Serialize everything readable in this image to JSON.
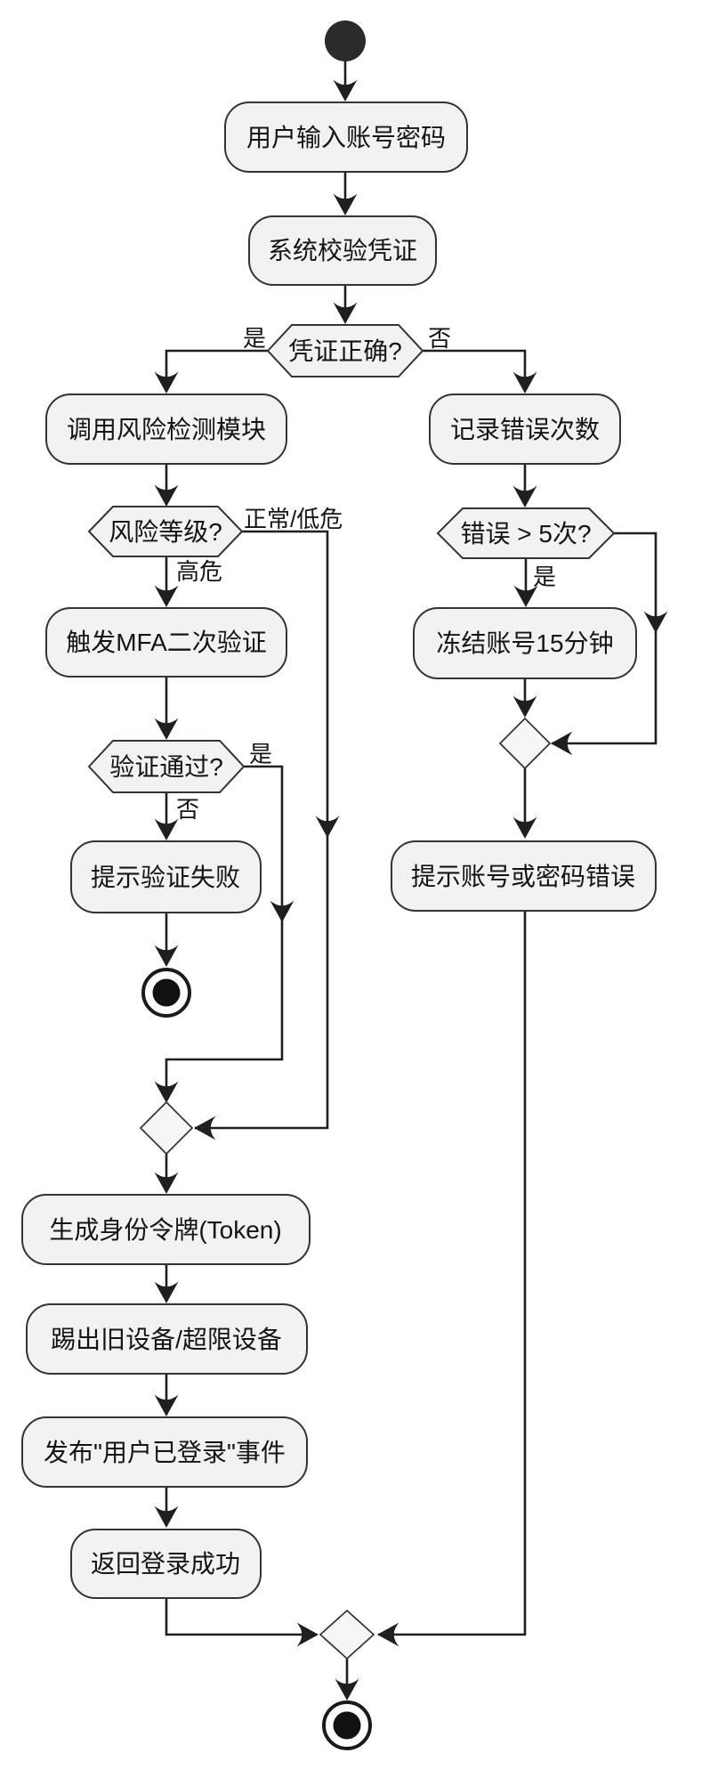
{
  "diagram": {
    "type": "flowchart",
    "language": "zh-CN",
    "colors": {
      "background": "#ffffff",
      "node_fill": "#f2f2f2",
      "node_stroke": "#333333",
      "edge_line": "#1f1f1f",
      "text": "#141414",
      "start_fill": "#2b2b2b"
    },
    "nodes": {
      "start": {
        "type": "start"
      },
      "input": {
        "type": "process",
        "label": "用户输入账号密码"
      },
      "verify": {
        "type": "process",
        "label": "系统校验凭证"
      },
      "cred_ok": {
        "type": "decision",
        "label": "凭证正确?"
      },
      "risk_check": {
        "type": "process",
        "label": "调用风险检测模块"
      },
      "risk_level": {
        "type": "decision",
        "label": "风险等级?"
      },
      "mfa": {
        "type": "process",
        "label": "触发MFA二次验证"
      },
      "mfa_pass": {
        "type": "decision",
        "label": "验证通过?"
      },
      "mfa_fail_msg": {
        "type": "process",
        "label": "提示验证失败"
      },
      "end_fail": {
        "type": "end"
      },
      "merge_success": {
        "type": "merge"
      },
      "token": {
        "type": "process",
        "label": "生成身份令牌(Token)"
      },
      "kick": {
        "type": "process",
        "label": "踢出旧设备/超限设备"
      },
      "publish": {
        "type": "process",
        "label": "发布\"用户已登录\"事件"
      },
      "return_ok": {
        "type": "process",
        "label": "返回登录成功"
      },
      "record_err": {
        "type": "process",
        "label": "记录错误次数"
      },
      "err_gt5": {
        "type": "decision",
        "label": "错误 > 5次?"
      },
      "freeze": {
        "type": "process",
        "label": "冻结账号15分钟"
      },
      "merge_err": {
        "type": "merge"
      },
      "err_msg": {
        "type": "process",
        "label": "提示账号或密码错误"
      },
      "merge_end": {
        "type": "merge"
      },
      "end_main": {
        "type": "end"
      }
    },
    "edges": [
      {
        "from": "start",
        "to": "input",
        "label": ""
      },
      {
        "from": "input",
        "to": "verify",
        "label": ""
      },
      {
        "from": "verify",
        "to": "cred_ok",
        "label": ""
      },
      {
        "from": "cred_ok",
        "to": "risk_check",
        "label": "是"
      },
      {
        "from": "cred_ok",
        "to": "record_err",
        "label": "否"
      },
      {
        "from": "risk_check",
        "to": "risk_level",
        "label": ""
      },
      {
        "from": "risk_level",
        "to": "mfa",
        "label": "高危"
      },
      {
        "from": "risk_level",
        "to": "merge_success",
        "label": "正常/低危"
      },
      {
        "from": "mfa",
        "to": "mfa_pass",
        "label": ""
      },
      {
        "from": "mfa_pass",
        "to": "mfa_fail_msg",
        "label": "否"
      },
      {
        "from": "mfa_pass",
        "to": "merge_success",
        "label": "是"
      },
      {
        "from": "mfa_fail_msg",
        "to": "end_fail",
        "label": ""
      },
      {
        "from": "merge_success",
        "to": "token",
        "label": ""
      },
      {
        "from": "token",
        "to": "kick",
        "label": ""
      },
      {
        "from": "kick",
        "to": "publish",
        "label": ""
      },
      {
        "from": "publish",
        "to": "return_ok",
        "label": ""
      },
      {
        "from": "return_ok",
        "to": "merge_end",
        "label": ""
      },
      {
        "from": "record_err",
        "to": "err_gt5",
        "label": ""
      },
      {
        "from": "err_gt5",
        "to": "freeze",
        "label": "是"
      },
      {
        "from": "err_gt5",
        "to": "merge_err",
        "label": ""
      },
      {
        "from": "freeze",
        "to": "merge_err",
        "label": ""
      },
      {
        "from": "merge_err",
        "to": "err_msg",
        "label": ""
      },
      {
        "from": "err_msg",
        "to": "merge_end",
        "label": ""
      },
      {
        "from": "merge_end",
        "to": "end_main",
        "label": ""
      }
    ]
  }
}
